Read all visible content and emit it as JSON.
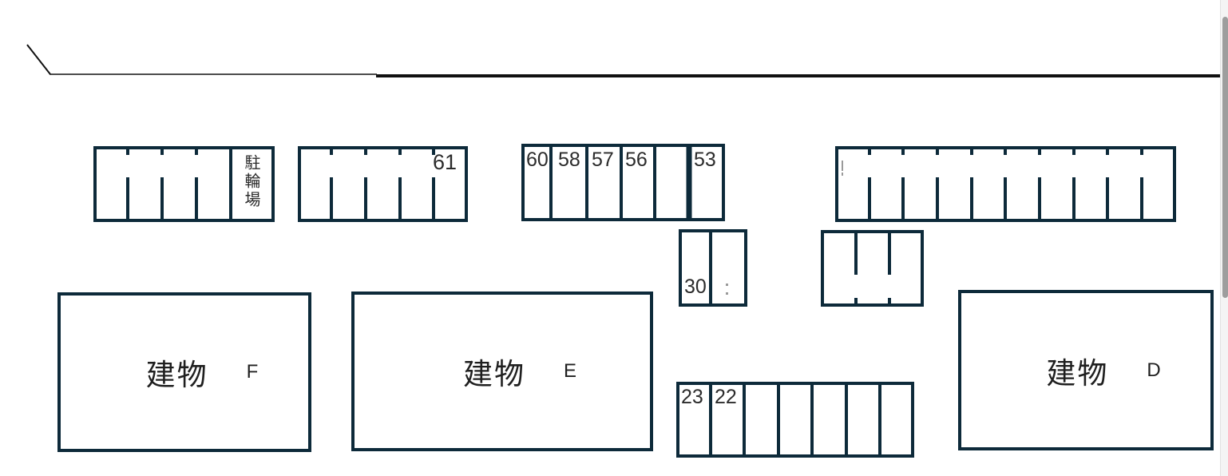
{
  "colors": {
    "background": "#ffffff",
    "block_outline": "#0d2a3a",
    "road_line": "#111111",
    "label_text": "#2b2b2b",
    "building_text": "#1f1f1f",
    "scrollbar_track": "#f4f4f4",
    "scrollbar_thumb": "#9e9e9e"
  },
  "parking": {
    "bike_area": {
      "label": "駐輪場"
    },
    "row_61": {
      "end_label": "61"
    },
    "row_50s": {
      "stall_labels": [
        "60",
        "58",
        "57",
        "56",
        "",
        "53"
      ]
    },
    "block_30": {
      "label": "30"
    },
    "row_20s": {
      "stall_labels": [
        "23",
        "22",
        "",
        "",
        "",
        "",
        ""
      ]
    }
  },
  "buildings": [
    {
      "label": "建物",
      "unit": "F"
    },
    {
      "label": "建物",
      "unit": "E"
    },
    {
      "label": "建物",
      "unit": "D"
    }
  ]
}
